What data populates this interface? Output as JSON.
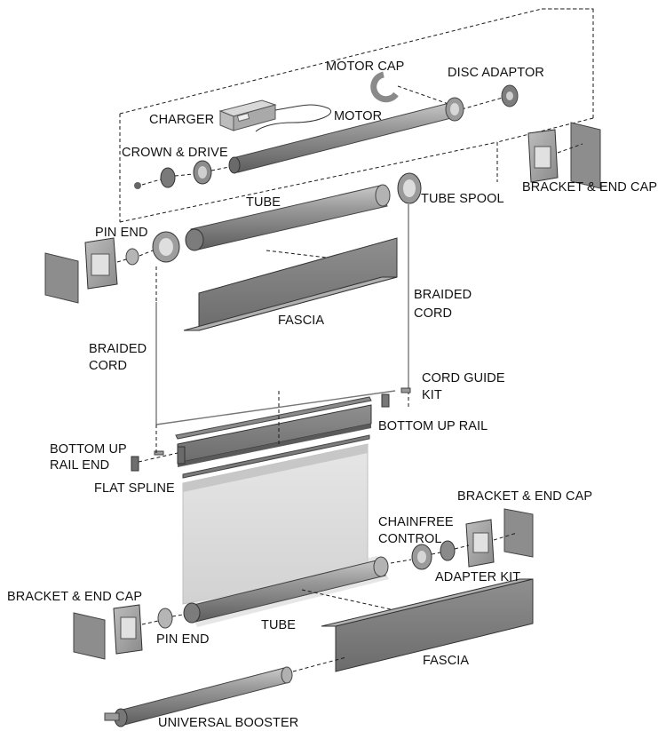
{
  "labels": {
    "motor_cap": "MOTOR CAP",
    "disc_adaptor": "DISC ADAPTOR",
    "charger": "CHARGER",
    "motor": "MOTOR",
    "crown_drive": "CROWN & DRIVE",
    "bracket_end_cap_top": "BRACKET & END CAP",
    "tube_top": "TUBE",
    "tube_spool": "TUBE SPOOL",
    "pin_end_top": "PIN END",
    "braided_cord_right_1": "BRAIDED",
    "braided_cord_right_2": "CORD",
    "fascia_top": "FASCIA",
    "braided_cord_left_1": "BRAIDED",
    "braided_cord_left_2": "CORD",
    "cord_guide_kit_1": "CORD GUIDE",
    "cord_guide_kit_2": "KIT",
    "bottom_up_rail": "BOTTOM UP RAIL",
    "bottom_up_rail_end_1": "BOTTOM UP",
    "bottom_up_rail_end_2": "RAIL END",
    "flat_spline": "FLAT SPLINE",
    "bracket_end_cap_right": "BRACKET & END CAP",
    "chainfree_control_1": "CHAINFREE",
    "chainfree_control_2": "CONTROL",
    "adapter_kit": "ADAPTER KIT",
    "bracket_end_cap_left": "BRACKET & END CAP",
    "pin_end_bottom": "PIN END",
    "tube_bottom": "TUBE",
    "fascia_bottom": "FASCIA",
    "universal_booster": "UNIVERSAL BOOSTER"
  }
}
